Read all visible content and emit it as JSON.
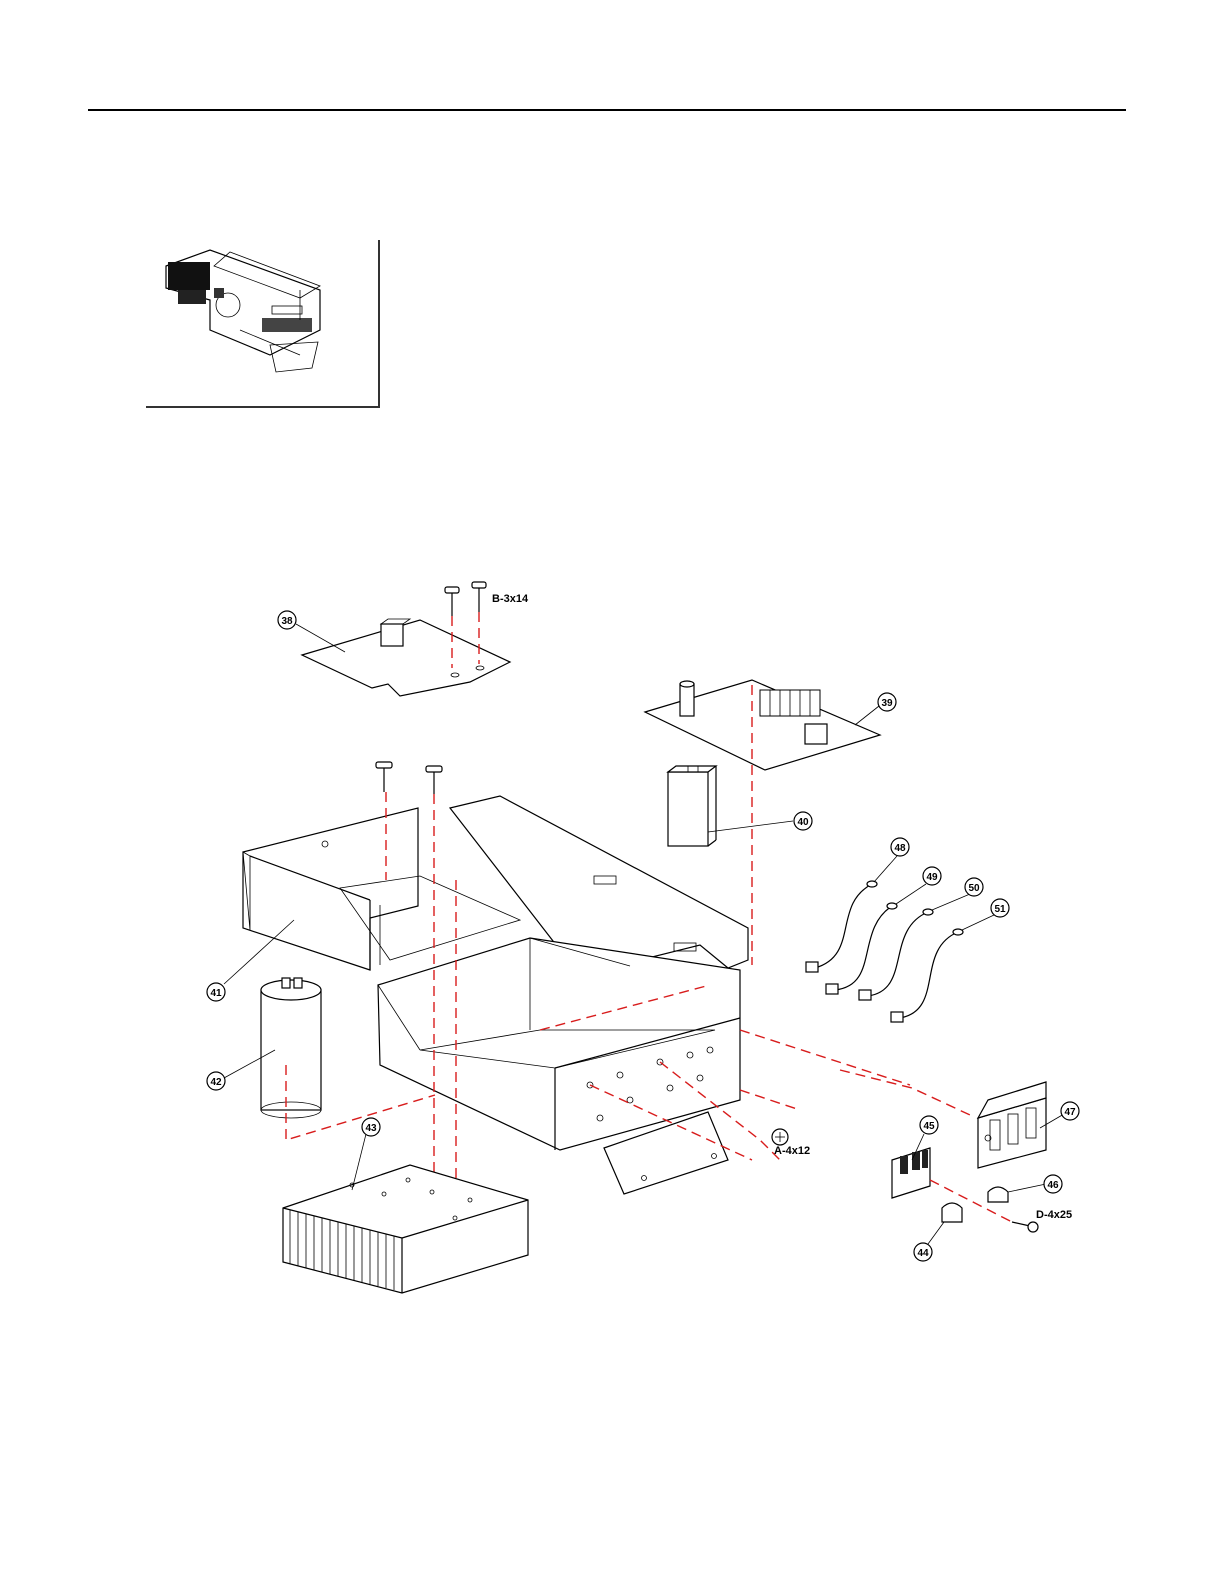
{
  "colors": {
    "leader": "#d81c1c",
    "ink": "#000000"
  },
  "callouts": [
    {
      "id": "38"
    },
    {
      "id": "39"
    },
    {
      "id": "40"
    },
    {
      "id": "41"
    },
    {
      "id": "42"
    },
    {
      "id": "43"
    },
    {
      "id": "44"
    },
    {
      "id": "45"
    },
    {
      "id": "46"
    },
    {
      "id": "47"
    },
    {
      "id": "48"
    },
    {
      "id": "49"
    },
    {
      "id": "50"
    },
    {
      "id": "51"
    }
  ],
  "screws": {
    "b": "B-3x14",
    "a": "A-4x12",
    "d": "D-4x25"
  }
}
